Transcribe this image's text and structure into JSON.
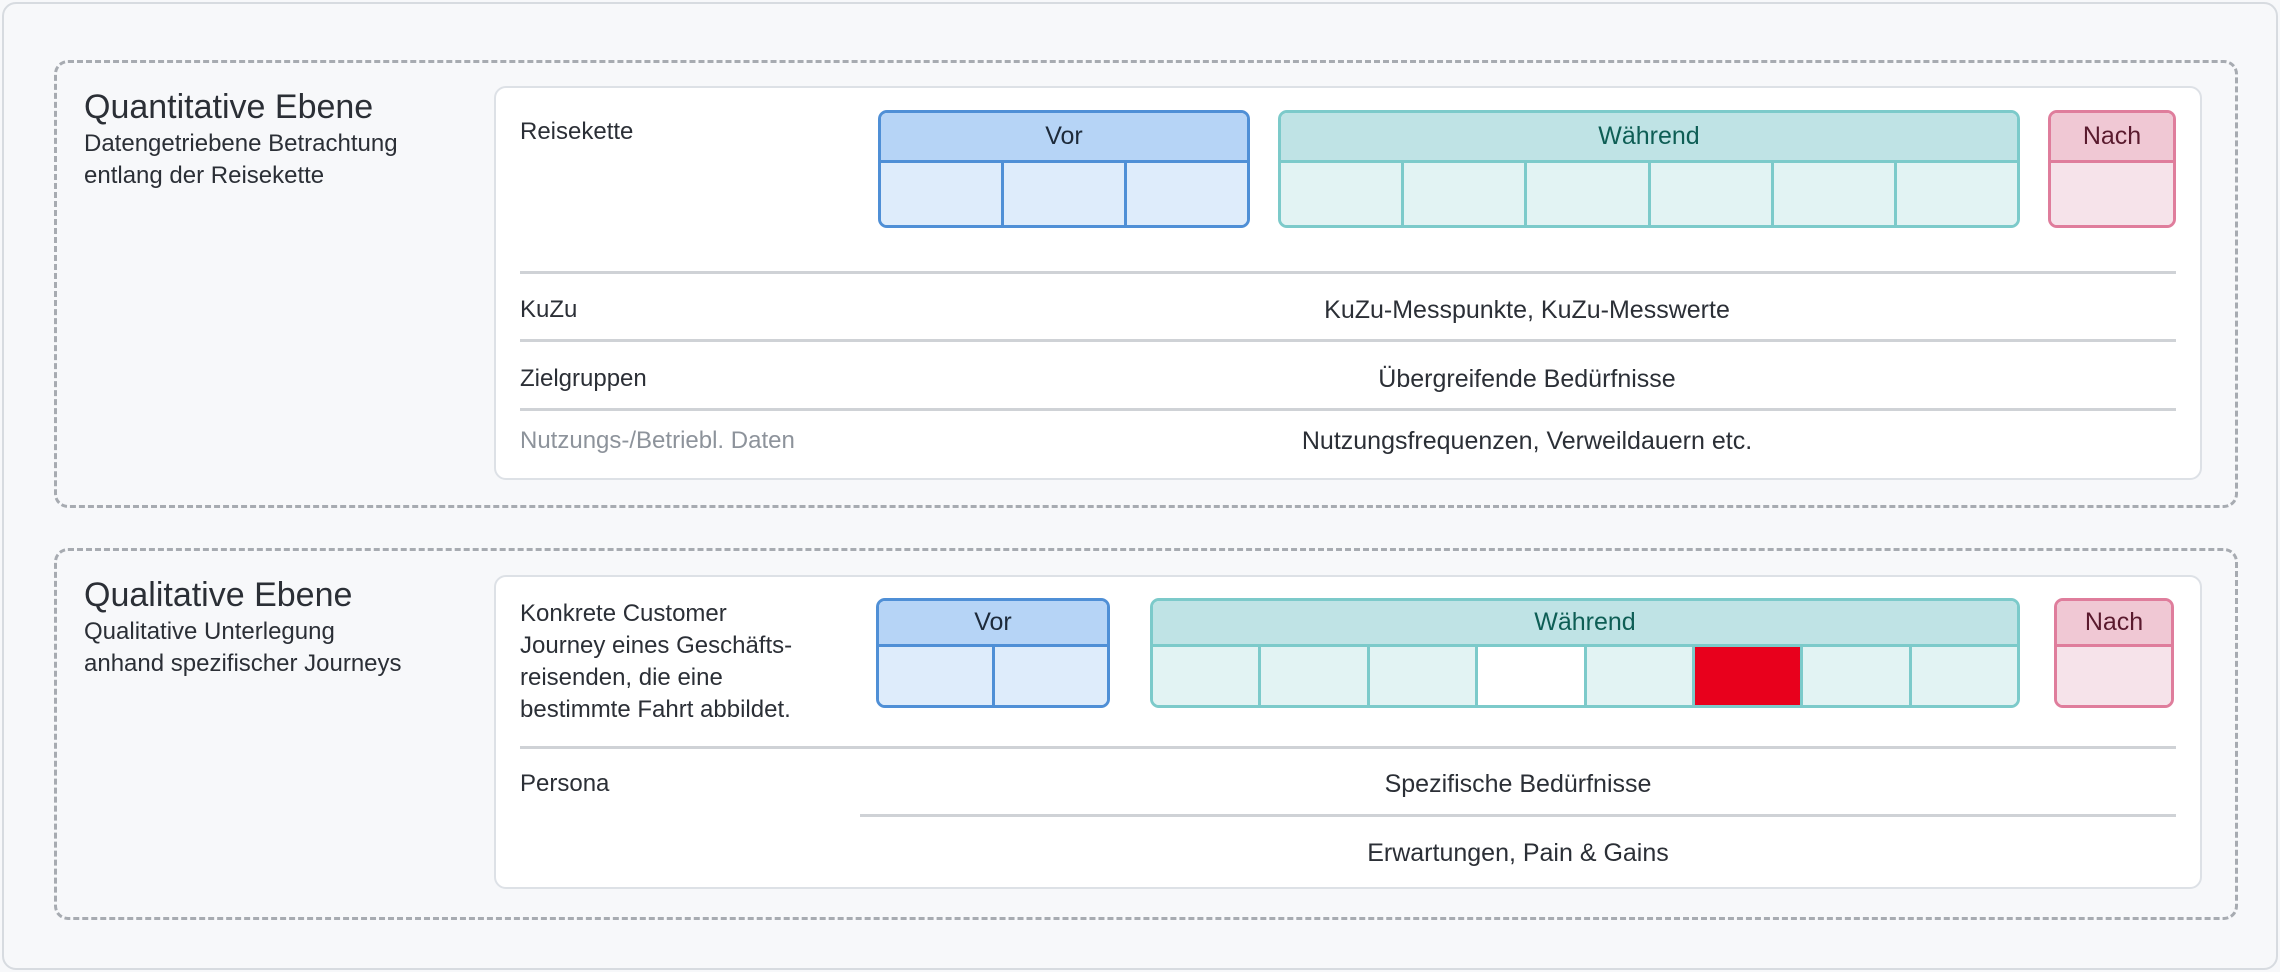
{
  "quantitative": {
    "title": "Quantitative Ebene",
    "subtitle_line1": "Datengetriebene Betrachtung",
    "subtitle_line2": "entlang der Reisekette",
    "reisekette_label": "Reisekette",
    "phases": {
      "vor": {
        "label": "Vor",
        "cells": 3
      },
      "waehrend": {
        "label": "Während",
        "cells": 6
      },
      "nach": {
        "label": "Nach",
        "cells": 1
      }
    },
    "rows": [
      {
        "label": "KuZu",
        "value": "KuZu-Messpunkte, KuZu-Messwerte"
      },
      {
        "label": "Zielgruppen",
        "value": "Übergreifende Bedürfnisse"
      },
      {
        "label": "Nutzungs-/Betriebl. Daten",
        "value": "Nutzungsfrequenzen, Verweildauern etc."
      }
    ]
  },
  "qualitative": {
    "title": "Qualitative Ebene",
    "subtitle_line1": "Qualitative Unterlegung",
    "subtitle_line2": "anhand spezifischer Journeys",
    "journey_desc": [
      "Konkrete Customer",
      "Journey eines Geschäfts-",
      "reisenden, die eine",
      "bestimmte Fahrt abbildet."
    ],
    "phases": {
      "vor": {
        "label": "Vor",
        "cells": 2
      },
      "waehrend": {
        "label": "Während",
        "cells": 8,
        "highlight": {
          "white_index": 3,
          "red_index": 5,
          "red_color": "#e8001c"
        }
      },
      "nach": {
        "label": "Nach",
        "cells": 1
      }
    },
    "persona_label": "Persona",
    "persona_values": [
      "Spezifische Bedürfnisse",
      "Erwartungen, Pain & Gains"
    ]
  },
  "colors": {
    "vor": "#4f8fd6",
    "waehrend": "#7ccaca",
    "nach": "#df7d9c",
    "highlight_red": "#e8001c"
  }
}
